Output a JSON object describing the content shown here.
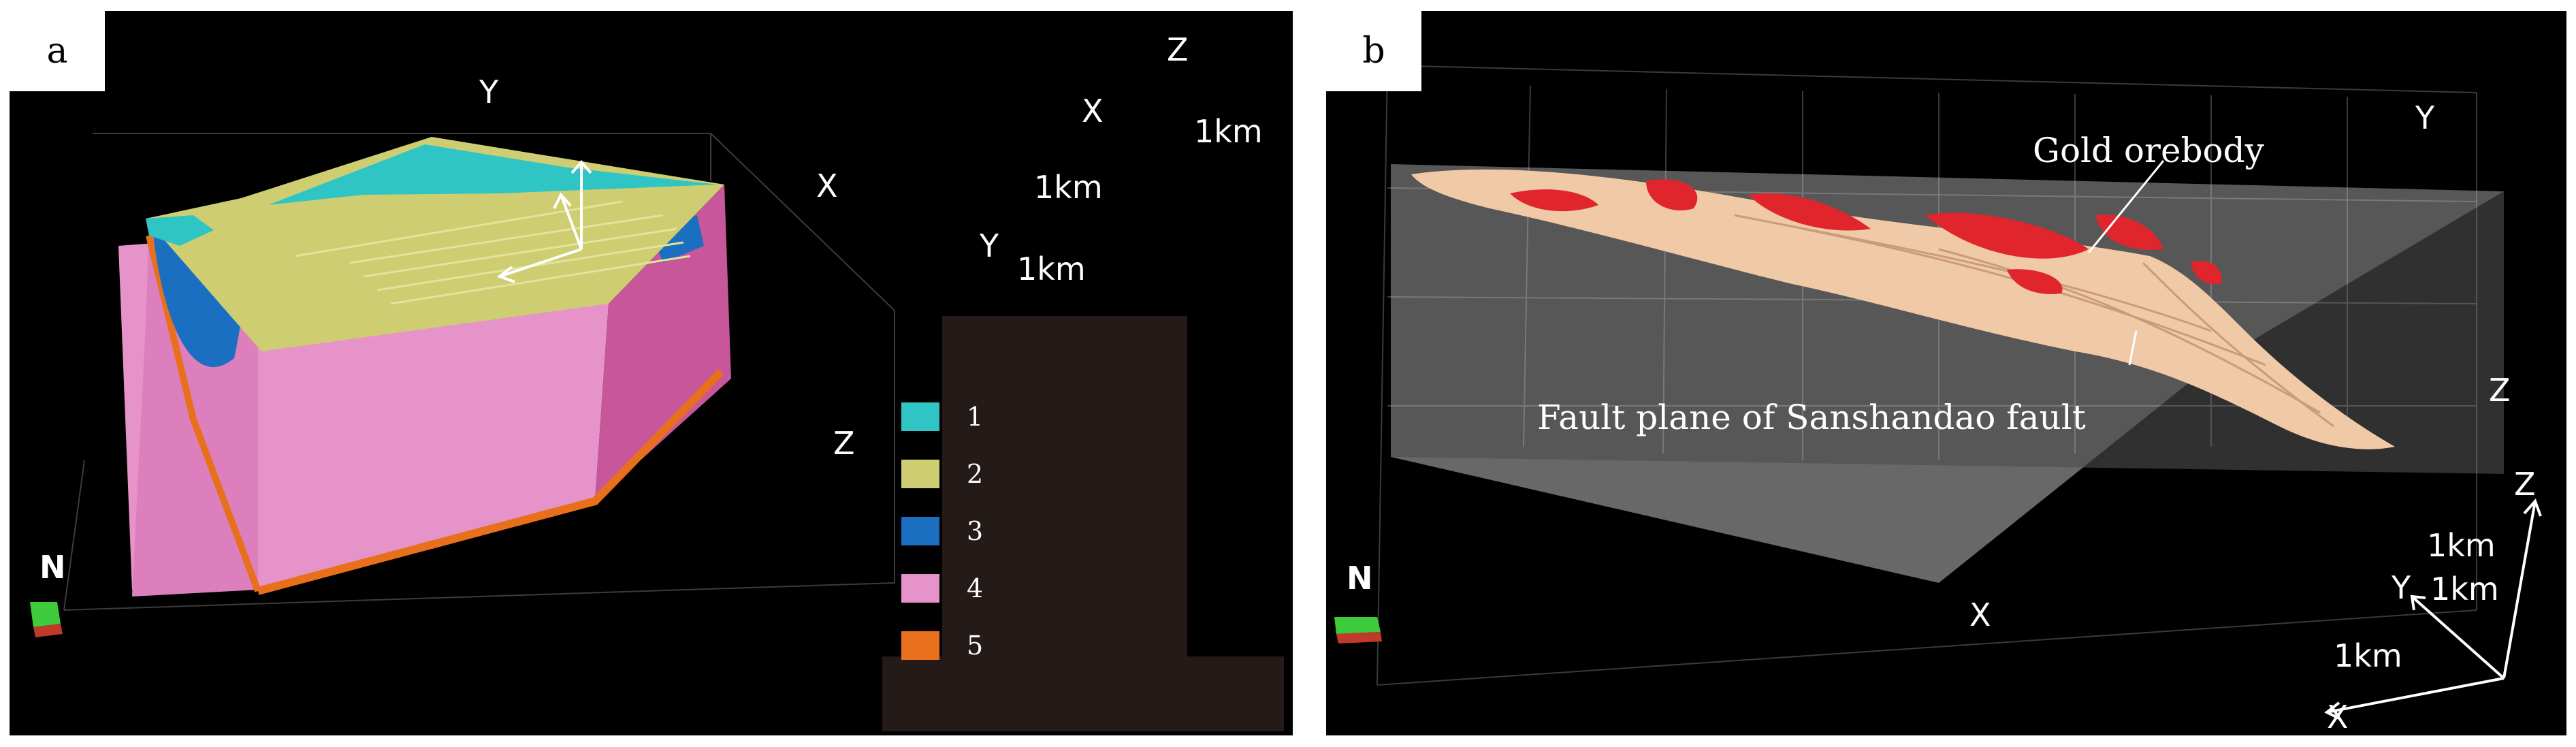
{
  "panel_a": {
    "tag": "a",
    "axis_labels": {
      "y": "Y",
      "x": "X",
      "z": "Z"
    },
    "north": "N",
    "triad": {
      "z": "Z",
      "x": "X",
      "y": "Y",
      "z_scale": "1km",
      "x_scale": "1km",
      "y_scale": "1km"
    },
    "legend": [
      {
        "label": "1",
        "color": "#2fc5c4"
      },
      {
        "label": "2",
        "color": "#cfcd72"
      },
      {
        "label": "3",
        "color": "#1b6fc0"
      },
      {
        "label": "4",
        "color": "#e593c8"
      },
      {
        "label": "5",
        "color": "#e8701c"
      }
    ]
  },
  "panel_b": {
    "tag": "b",
    "axis_labels": {
      "y": "Y",
      "z": "Z",
      "x": "X"
    },
    "north": "N",
    "annotations": {
      "orebody": "Gold orebody",
      "fault": "Fault plane of Sanshandao fault"
    },
    "triad": {
      "z": "Z",
      "y": "Y",
      "x": "X",
      "z_scale": "1km",
      "y_scale": "1km",
      "x_scale": "1km"
    },
    "colors": {
      "fault_surface": "#f0c9a6",
      "orebody": "#e0252c"
    }
  }
}
